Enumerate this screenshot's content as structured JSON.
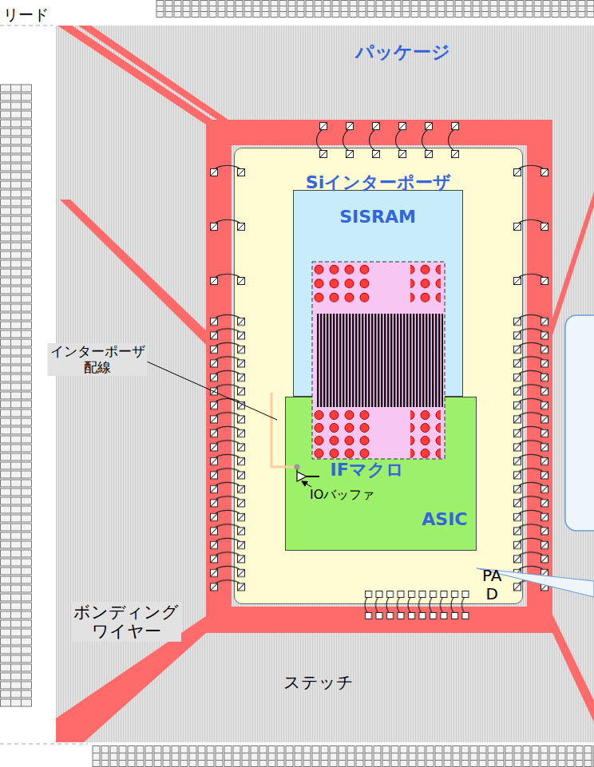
{
  "diagram": {
    "nodes": [
      {
        "text": [
          "パッケージ"
        ]
      },
      {
        "text": [
          "Siインターポーザ"
        ],
        "in": 0
      },
      {
        "text": [
          "SISRAM"
        ],
        "in": 1
      },
      {
        "text": [
          "IFマクロ",
          "ASIC"
        ],
        "in": 1
      }
    ],
    "labels": [
      "リード",
      "インターポーザ 配線",
      "IOバッファ",
      "PA D",
      "ボンディング ワイヤー",
      "ステッチ"
    ]
  }
}
